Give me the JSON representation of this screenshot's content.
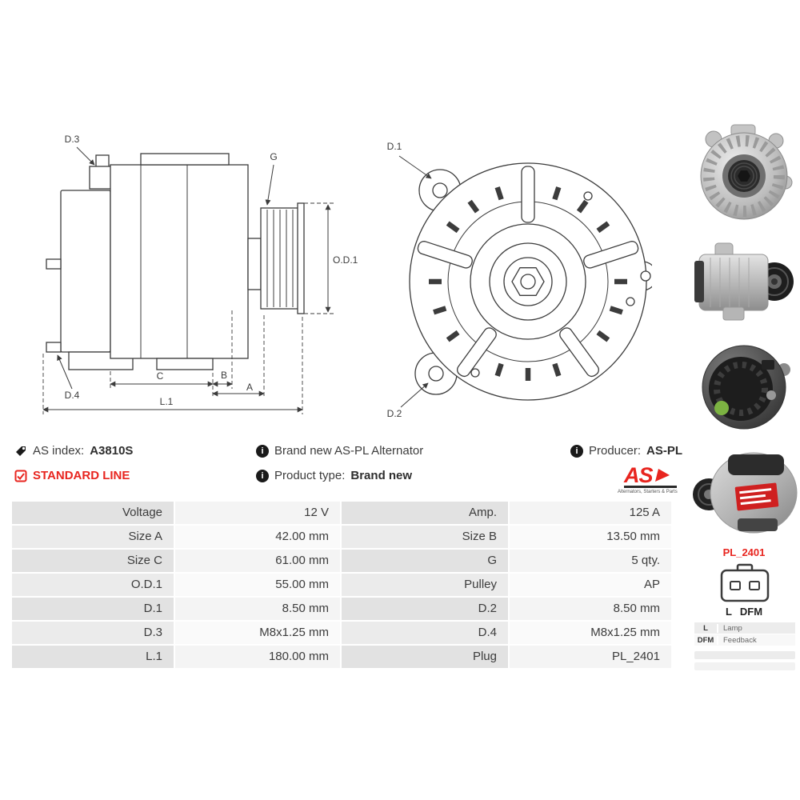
{
  "colors": {
    "accent": "#e8251f"
  },
  "drawings": {
    "side": {
      "d3": "D.3",
      "g": "G",
      "od1": "O.D.1",
      "d4": "D.4",
      "c": "C",
      "b": "B",
      "a": "A",
      "l1": "L.1"
    },
    "front": {
      "d1": "D.1",
      "d2": "D.2"
    }
  },
  "info": {
    "as_index_label": "AS index:",
    "as_index_value": "A3810S",
    "standard_line": "STANDARD LINE",
    "brand_new": "Brand new AS-PL Alternator",
    "product_type_label": "Product type:",
    "product_type_value": "Brand new",
    "producer_label": "Producer:",
    "producer_value": "AS-PL",
    "logo_text": "AS",
    "logo_sub": "Alternators, Starters & Parts"
  },
  "side_panel": {
    "plug_code": "PL_2401",
    "plug_pins": [
      "L",
      "DFM"
    ],
    "legend": [
      {
        "key": "L",
        "value": "Lamp"
      },
      {
        "key": "DFM",
        "value": "Feedback"
      }
    ]
  },
  "spec_table": {
    "rows": [
      {
        "label1": "Voltage",
        "value1": "12 V",
        "label2": "Amp.",
        "value2": "125 A"
      },
      {
        "label1": "Size A",
        "value1": "42.00 mm",
        "label2": "Size B",
        "value2": "13.50 mm"
      },
      {
        "label1": "Size C",
        "value1": "61.00 mm",
        "label2": "G",
        "value2": "5 qty."
      },
      {
        "label1": "O.D.1",
        "value1": "55.00 mm",
        "label2": "Pulley",
        "value2": "AP"
      },
      {
        "label1": "D.1",
        "value1": "8.50 mm",
        "label2": "D.2",
        "value2": "8.50 mm"
      },
      {
        "label1": "D.3",
        "value1": "M8x1.25 mm",
        "label2": "D.4",
        "value2": "M8x1.25 mm"
      },
      {
        "label1": "L.1",
        "value1": "180.00 mm",
        "label2": "Plug",
        "value2": "PL_2401"
      }
    ]
  }
}
